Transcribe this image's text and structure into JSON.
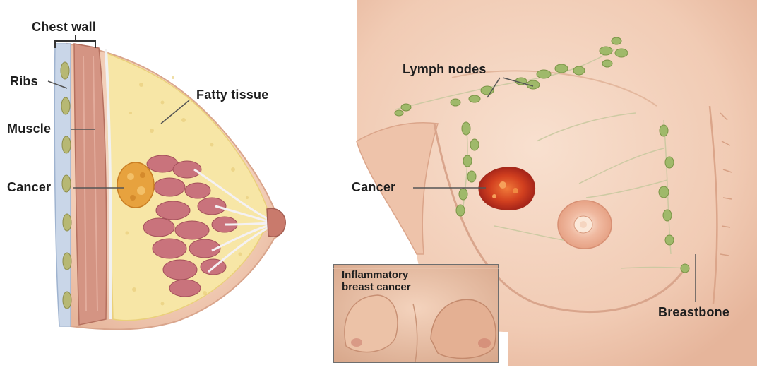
{
  "colors": {
    "skin": "#f3d2bd",
    "skin_shadow": "#e3ab8f",
    "fat": "#f7e6a6",
    "lobule": "#c9737c",
    "muscle": "#d49483",
    "rib": "#c9d6e8",
    "lymph_node": "#9fb96a",
    "tumor": "#d2401f",
    "cancer_left": "#e7a23e",
    "label_line": "#555555",
    "inset_border": "#6e6e6e"
  },
  "left_panel": {
    "labels": {
      "chest_wall": "Chest wall",
      "ribs": "Ribs",
      "muscle": "Muscle",
      "cancer": "Cancer",
      "fatty_tissue": "Fatty tissue"
    }
  },
  "right_panel": {
    "labels": {
      "lymph_nodes": "Lymph nodes",
      "cancer": "Cancer",
      "breastbone": "Breastbone"
    },
    "inset": {
      "title_line1": "Inflammatory",
      "title_line2": "breast cancer"
    }
  }
}
